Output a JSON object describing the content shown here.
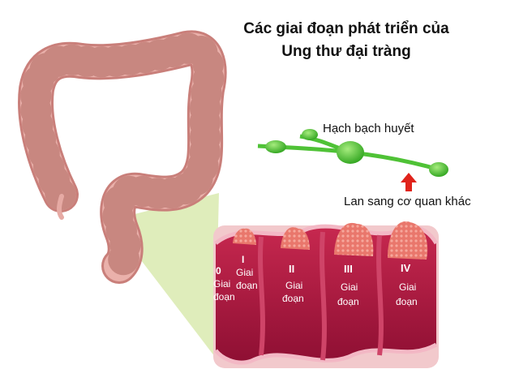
{
  "title": {
    "line1": "Các giai đoạn phát triển của",
    "line2": "Ung thư đại tràng"
  },
  "labels": {
    "lymph_node": "Hạch bạch huyết",
    "spread": "Lan sang cơ quan khác"
  },
  "stages": [
    {
      "numeral": "0",
      "word1": "Giai",
      "word2": "đoạn"
    },
    {
      "numeral": "I",
      "word1": "Giai",
      "word2": "đoạn"
    },
    {
      "numeral": "II",
      "word1": "Giai",
      "word2": "đoạn"
    },
    {
      "numeral": "III",
      "word1": "Giai",
      "word2": "đoạn"
    },
    {
      "numeral": "IV",
      "word1": "Giai",
      "word2": "đoạn"
    }
  ],
  "colors": {
    "colon": "#e9a9a3",
    "tissue": "#a8153f",
    "tumor": "#e8736b",
    "lymph": "#4fc236",
    "arrow": "#e0231b",
    "callout": "#dcebb4"
  }
}
